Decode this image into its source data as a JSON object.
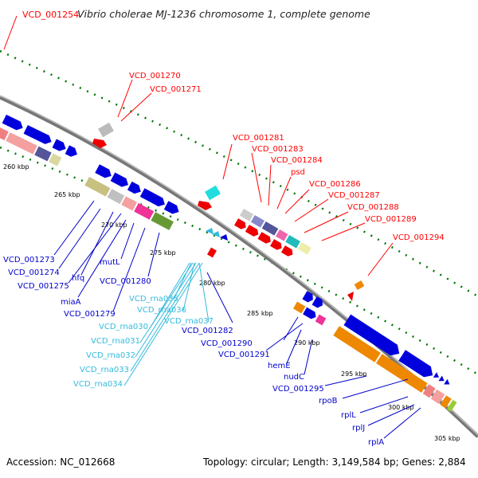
{
  "title": {
    "accession_label": "VCD_001254",
    "organism": "Vibrio cholerae MJ-1236 chromosome 1, complete genome"
  },
  "colors": {
    "forward_label": "#ff0000",
    "reverse_label": "#0000cc",
    "rna_label": "#33bbdd",
    "backbone": "#888888",
    "dots": "#007700"
  },
  "scale_labels": [
    "260 kbp",
    "265 kbp",
    "270 kbp",
    "275 kbp",
    "280 kbp",
    "285 kbp",
    "290 kbp",
    "295 kbp",
    "300 kbp",
    "305 kbp"
  ],
  "forward_labels": [
    "VCD_001270",
    "VCD_001271",
    "VCD_001281",
    "VCD_001283",
    "VCD_001284",
    "psd",
    "VCD_001286",
    "VCD_001287",
    "VCD_001288",
    "VCD_001289",
    "VCD_001294"
  ],
  "reverse_labels": [
    "VCD_001273",
    "VCD_001274",
    "hfq",
    "VCD_001275",
    "mutL",
    "miaA",
    "VCD_001280",
    "VCD_001279",
    "VCD_001282",
    "VCD_001290",
    "VCD_001291",
    "hemE",
    "nudC",
    "VCD_001295",
    "rpoB",
    "rplL",
    "rplJ",
    "rplA"
  ],
  "rna_labels": [
    "VCD_rna035",
    "VCD_rna036",
    "VCD_rna037",
    "VCD_rna030",
    "VCD_rna031",
    "VCD_rna032",
    "VCD_rna033",
    "VCD_rna034"
  ],
  "footer": {
    "accession": "Accession: NC_012668",
    "summary": "Topology: circular; Length: 3,149,584 bp; Genes: 2,884"
  }
}
